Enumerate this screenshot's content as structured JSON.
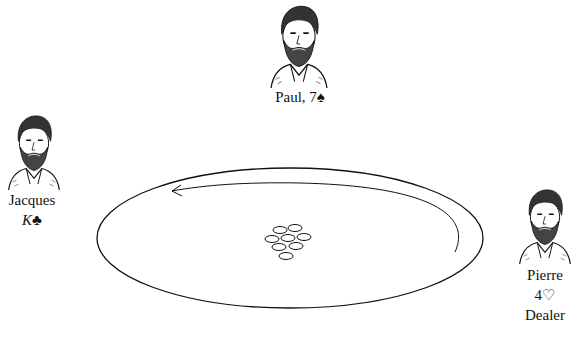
{
  "diagram": {
    "labels": [
      "Paul, 7♠",
      "Jacques",
      "K♣",
      "Pierre",
      "4♡",
      "Dealer"
    ]
  }
}
